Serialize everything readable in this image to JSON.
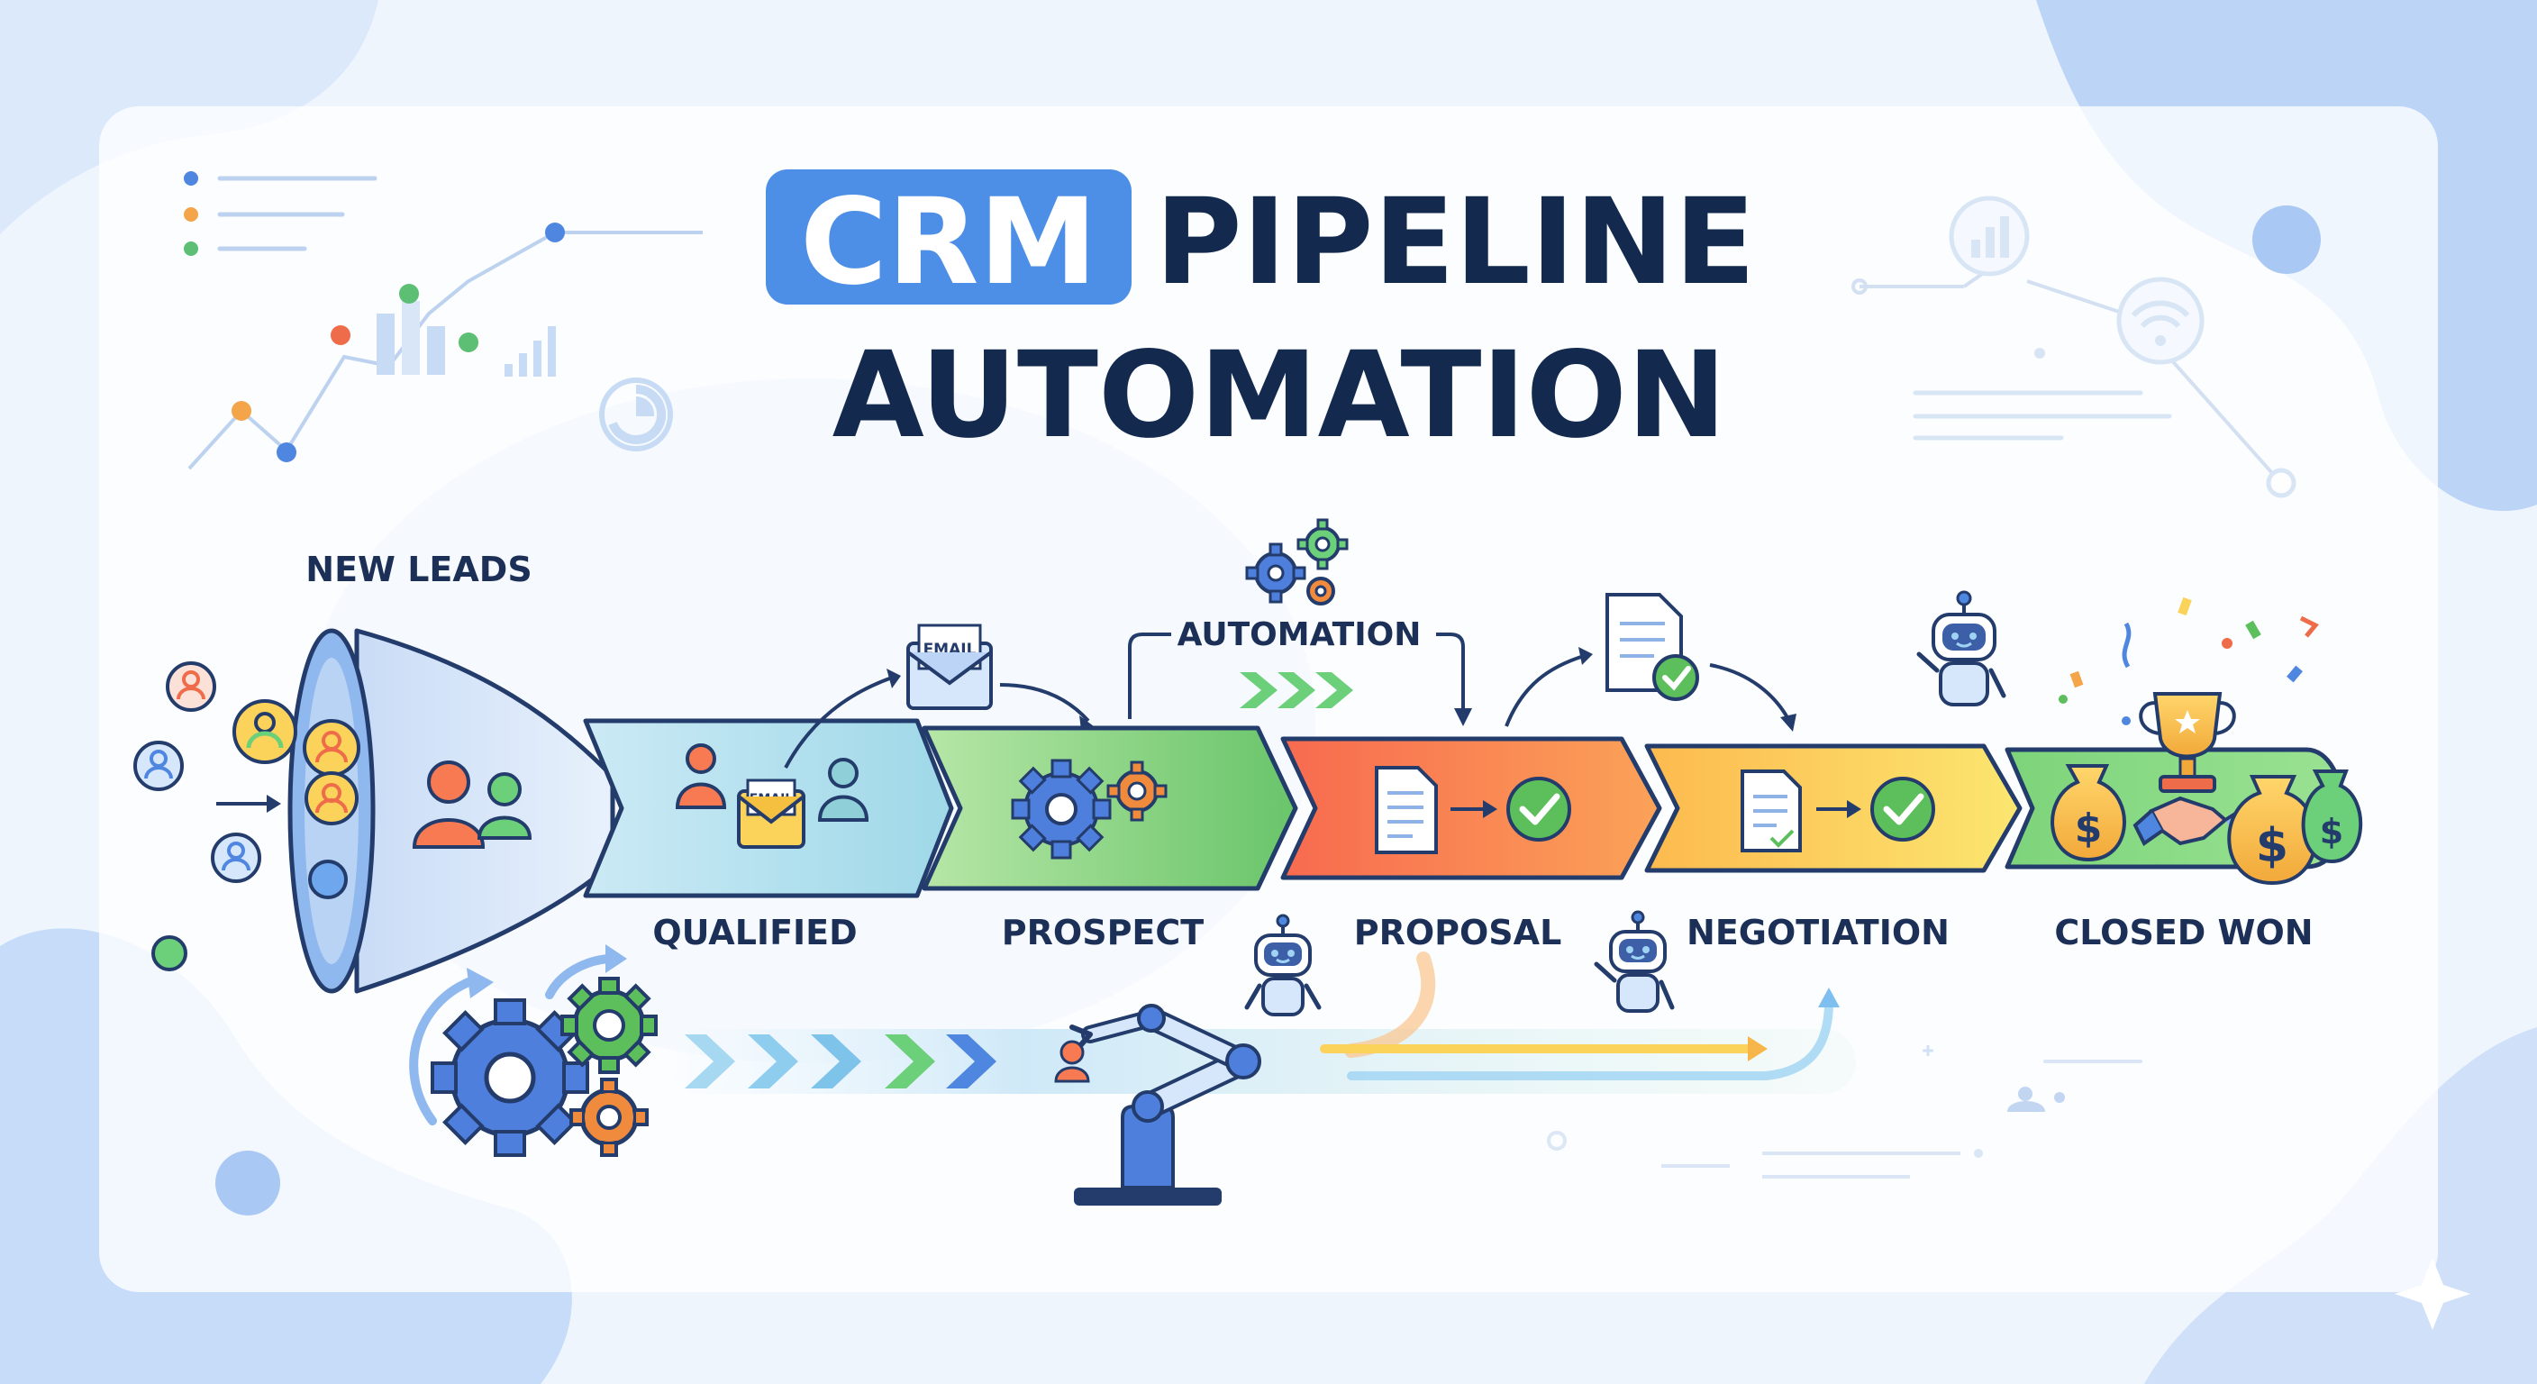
{
  "title": {
    "badge": "CRM",
    "line1": "PIPELINE",
    "line2": "AUTOMATION"
  },
  "stages": [
    {
      "label": "NEW LEADS"
    },
    {
      "label": "QUALIFIED"
    },
    {
      "label": "PROSPECT"
    },
    {
      "label": "PROPOSAL"
    },
    {
      "label": "NEGOTIATION"
    },
    {
      "label": "CLOSED WON"
    }
  ],
  "automation_label": "AUTOMATION",
  "email_label": "EMAIL",
  "money_symbol": "$",
  "colors": {
    "navy": "#13294e",
    "badge": "#4d8fe6",
    "qualified": "#a9dcea",
    "prospect": "#8fd88a",
    "proposal": "#f77a52",
    "negotiation": "#fbd25a",
    "closed": "#6ccf7a",
    "gear_blue": "#4f7fdc",
    "gear_green": "#5cbf5c",
    "gear_orange": "#f08a3c"
  }
}
